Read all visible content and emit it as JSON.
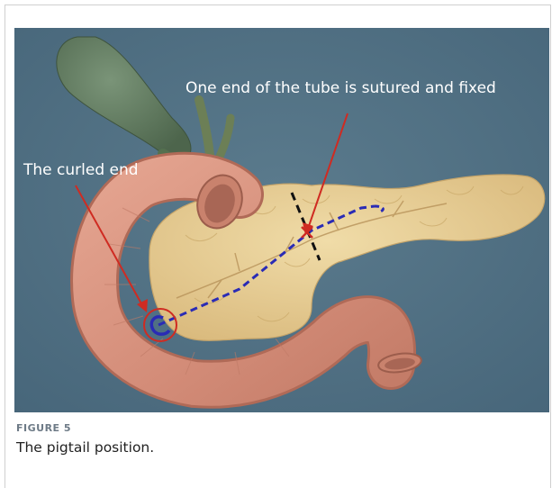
{
  "figure": {
    "annotations": {
      "top_right": "One end of the tube is sutured and fixed",
      "left": "The curled end"
    },
    "caption_label": "FIGURE 5",
    "caption_text": "The pigtail position."
  },
  "colors": {
    "background": "#4f6f82",
    "pancreas": "#e6cd93",
    "duodenum": "#d99581",
    "gallbladder": "#5e7a5d",
    "arrow": "#cf2b22",
    "tube": "#2a2bb5",
    "suture_line": "#111111"
  }
}
